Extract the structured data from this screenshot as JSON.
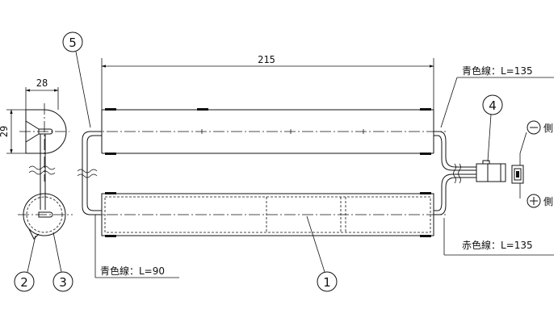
{
  "dimensions": {
    "length": "215",
    "width": "28",
    "height": "29"
  },
  "wires": {
    "blue_right": "青色線：L=135",
    "red_right": "赤色線：L=135",
    "blue_left": "青色線：L=90"
  },
  "terminals": {
    "negative_side": "側",
    "positive_side": "側"
  },
  "callouts": {
    "c1": "1",
    "c2": "2",
    "c3": "3",
    "c4": "4",
    "c5": "5"
  }
}
